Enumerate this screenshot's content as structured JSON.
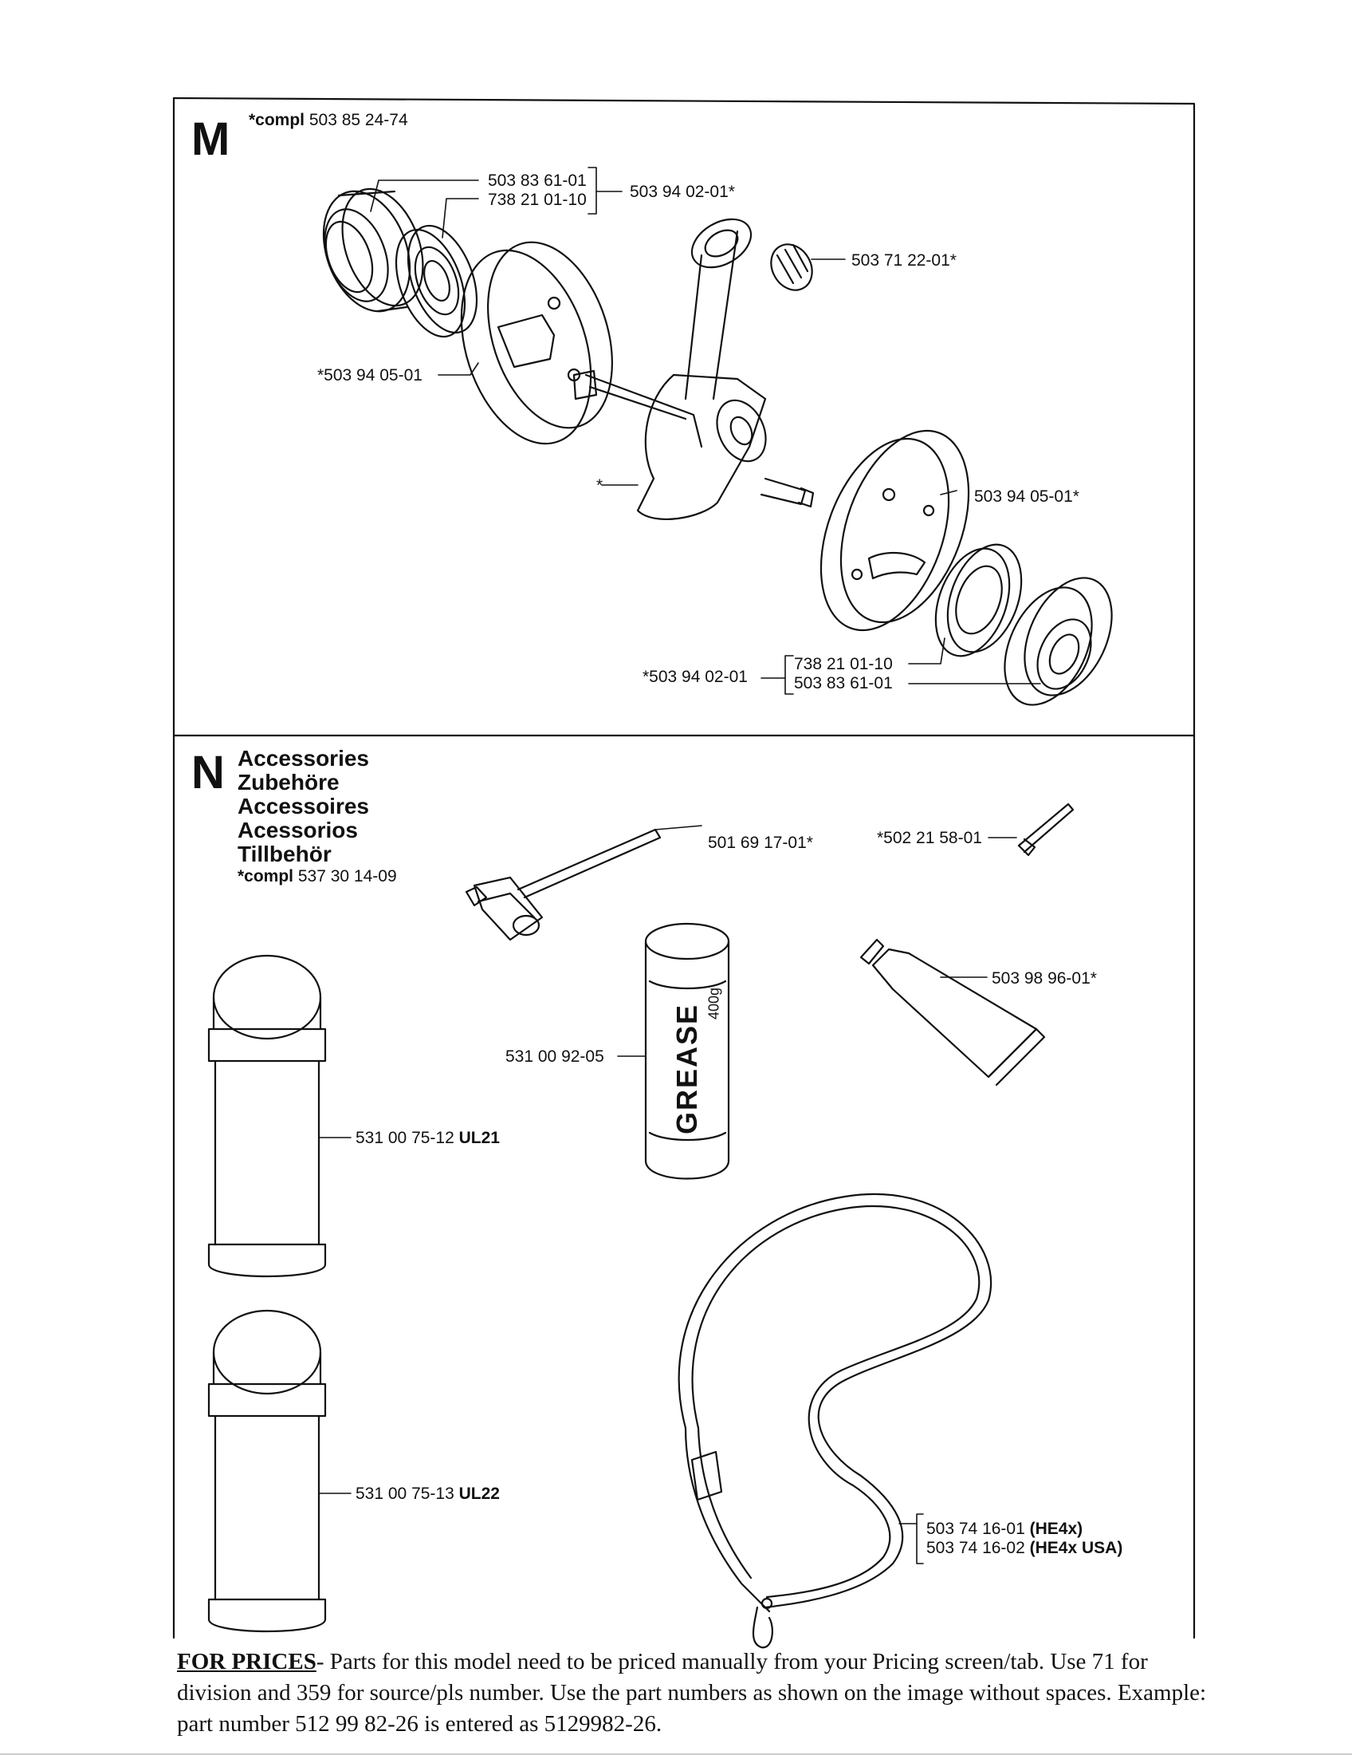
{
  "section_m": {
    "letter": "M",
    "compl_prefix": "*compl",
    "compl_number": "503 85 24-74",
    "labels": {
      "bearing_housing_top_a": "503 83 61-01",
      "bearing_top_b": "738 21 01-10",
      "kit_top": "503 94 02-01*",
      "needle_bearing": "503 71 22-01*",
      "flywheel_half_left": "*503 94 05-01",
      "crankshaft": "*",
      "flywheel_half_right": "503 94 05-01*",
      "kit_bottom": "*503 94 02-01",
      "bearing_bottom_b": "738 21 01-10",
      "bearing_housing_bottom_a": "503 83 61-01"
    }
  },
  "section_n": {
    "letter": "N",
    "titles": [
      "Accessories",
      "Zubehöre",
      "Accessoires",
      "Acessorios",
      "Tillbehör"
    ],
    "compl_prefix": "*compl",
    "compl_number": "537 30 14-09",
    "labels": {
      "combi_wrench": "501 69 17-01*",
      "hex_key": "*502 21 58-01",
      "grease_tube": "531 00 92-05",
      "grease_text": "GREASE",
      "grease_weight": "400g",
      "paste_tube": "503 98 96-01*",
      "spray_can_1_number": "531 00 75-12",
      "spray_can_1_code": "UL21",
      "spray_can_2_number": "531 00 75-13",
      "spray_can_2_code": "UL22",
      "harness_1_number": "503 74 16-01",
      "harness_1_code": "(HE4x)",
      "harness_2_number": "503 74 16-02",
      "harness_2_code": "(HE4x USA)"
    }
  },
  "footer": {
    "heading": "FOR PRICES",
    "text": "- Parts for this model need to be priced manually from your Pricing screen/tab. Use 71 for division and 359 for source/pls number.  Use the part numbers as shown on the image without spaces.  Example: part number 512 99 82-26 is entered as 5129982-26."
  }
}
